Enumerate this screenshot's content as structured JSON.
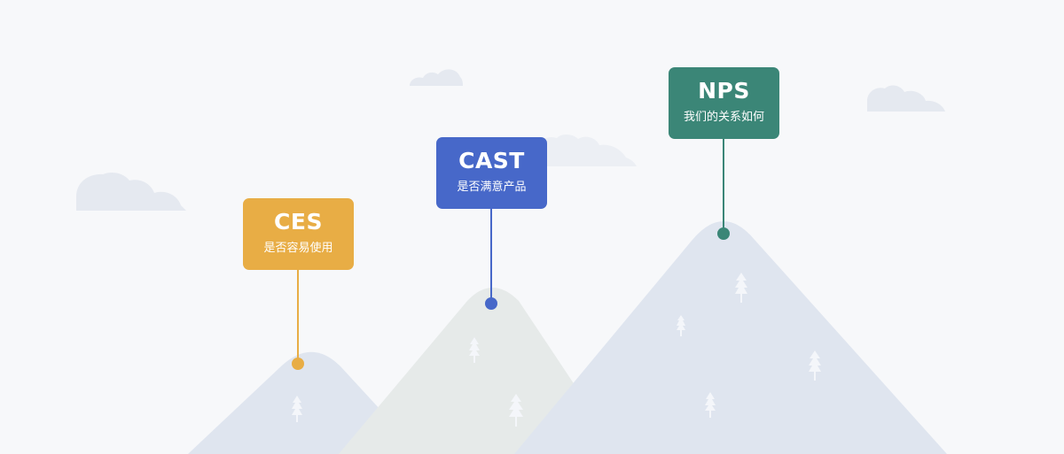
{
  "flags": [
    {
      "id": "ces",
      "code": "CES",
      "description": "是否容易使用",
      "color": "#e8ad45"
    },
    {
      "id": "cast",
      "code": "CAST",
      "description": "是否满意产品",
      "color": "#4768c9"
    },
    {
      "id": "nps",
      "code": "NPS",
      "description": "我们的关系如何",
      "color": "#3b8677"
    }
  ],
  "palette": {
    "background": "#f7f8fa",
    "mountain_blue": "#dfe5ef",
    "mountain_green": "#e6eae9",
    "cloud": "#e5e9f0",
    "tree": "#f4f6fa"
  }
}
